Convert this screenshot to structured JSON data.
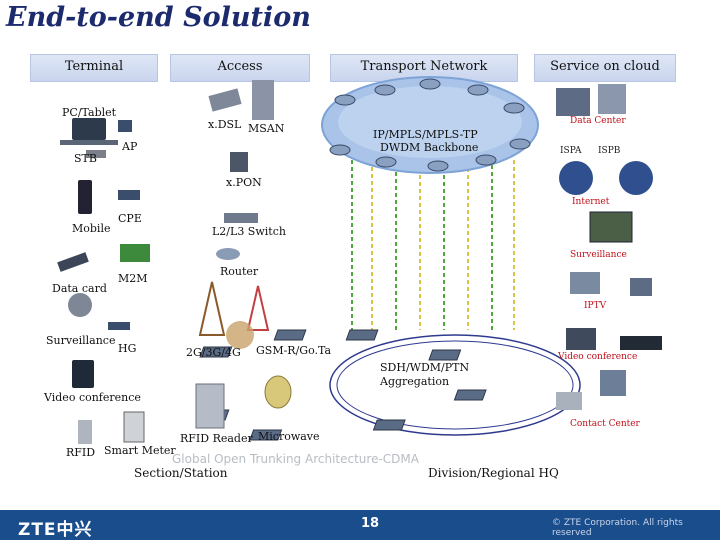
{
  "title": "End-to-end Solution",
  "columns": [
    "Terminal",
    "Access",
    "Transport Network",
    "Service on cloud"
  ],
  "terminal": {
    "pc_tablet": "PC/Tablet",
    "ap": "AP",
    "stb": "STB",
    "mobile": "Mobile",
    "cpe": "CPE",
    "data_card": "Data card",
    "m2m": "M2M",
    "surveillance": "Surveillance",
    "hg": "HG",
    "video_conference": "Video conference",
    "rfid": "RFID",
    "smart_meter": "Smart Meter"
  },
  "access": {
    "xdsl": "x.DSL",
    "msan": "MSAN",
    "xpon": "x.PON",
    "l2l3_switch": "L2/L3 Switch",
    "router": "Router",
    "g234": "2G/3G/4G",
    "gsm_r": "GSM-R/Go.Ta",
    "rfid_reader": "RFID Reader",
    "microwave": "Microwave"
  },
  "transport": {
    "backbone_line1": "IP/MPLS/MPLS-TP",
    "backbone_line2": "DWDM Backbone",
    "aggregation_line1": "SDH/WDM/PTN",
    "aggregation_line2": "Aggregation"
  },
  "cloud": {
    "data_center": "Data Center",
    "ispa": "ISPA",
    "ispb": "ISPB",
    "internet": "Internet",
    "surveillance": "Surveillance",
    "iptv": "IPTV",
    "video_conference": "Video conference",
    "contact_center": "Contact Center"
  },
  "bottom": {
    "section_station": "Section/Station",
    "division_hq": "Division/Regional HQ",
    "watermark": "Global Open Trunking Architecture-CDMA"
  },
  "footer": {
    "logo": "ZTE中兴",
    "page": "18",
    "copyright": "© ZTE Corporation. All rights reserved"
  },
  "colors": {
    "title": "#1c2a6e",
    "footer": "#1a4d8c",
    "cloud": "#a9c4e8",
    "link_green": "#4daa3a",
    "link_yellow": "#d7c640",
    "ring": "#2f3a8f",
    "red_label": "#c0101a"
  }
}
